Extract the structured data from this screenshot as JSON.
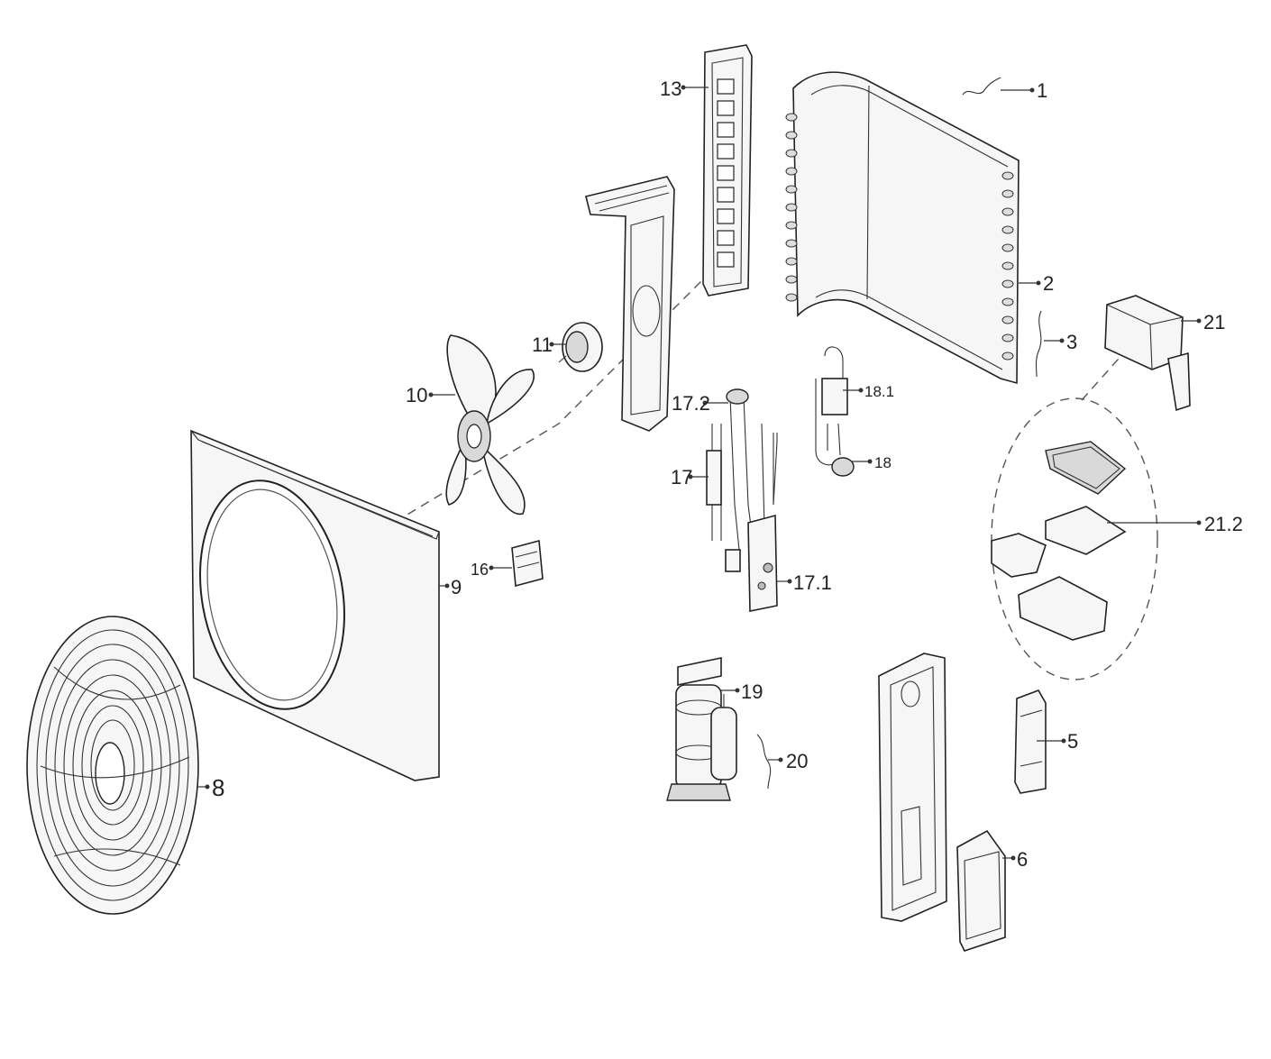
{
  "labels": {
    "p1": "1",
    "p2": "2",
    "p3": "3",
    "p5": "5",
    "p6": "6",
    "p8": "8",
    "p9": "9",
    "p10": "10",
    "p11": "11",
    "p13": "13",
    "p16": "16",
    "p17": "17",
    "p17_1": "17.1",
    "p17_2": "17.2",
    "p18": "18",
    "p18_1": "18.1",
    "p19": "19",
    "p20": "20",
    "p21": "21",
    "p21_2": "21.2"
  }
}
